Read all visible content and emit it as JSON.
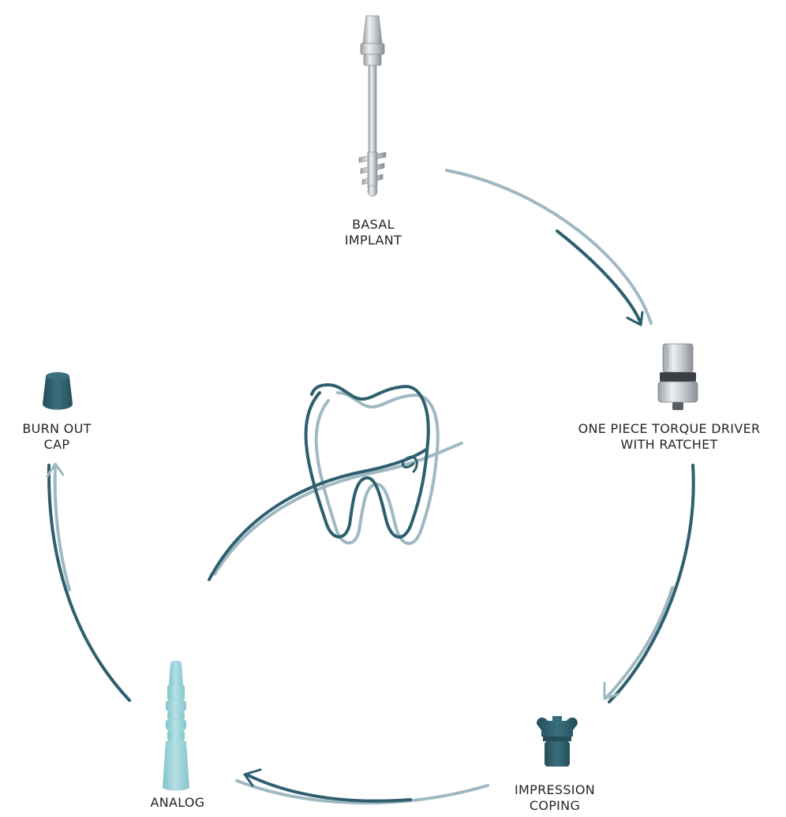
{
  "colors": {
    "dark_teal": "#2e5f6e",
    "light_teal": "#9fb8c2",
    "analog_color": "#9fd3d8",
    "metal": "#c9cdd1",
    "text": "#1f2429"
  },
  "components": {
    "basal_implant": {
      "icon": "basal-implant-icon",
      "line1": "BASAL",
      "line2": "IMPLANT"
    },
    "torque_driver": {
      "icon": "torque-driver-icon",
      "line1": "ONE PIECE TORQUE DRIVER",
      "line2": "WITH RATCHET"
    },
    "impression_coping": {
      "icon": "impression-coping-icon",
      "line1": "IMPRESSION",
      "line2": "COPING"
    },
    "analog": {
      "icon": "analog-icon",
      "line1": "ANALOG"
    },
    "burn_out_cap": {
      "icon": "burn-out-cap-icon",
      "line1": "BURN OUT",
      "line2": "CAP"
    }
  },
  "center": {
    "icon": "tooth-icon"
  }
}
